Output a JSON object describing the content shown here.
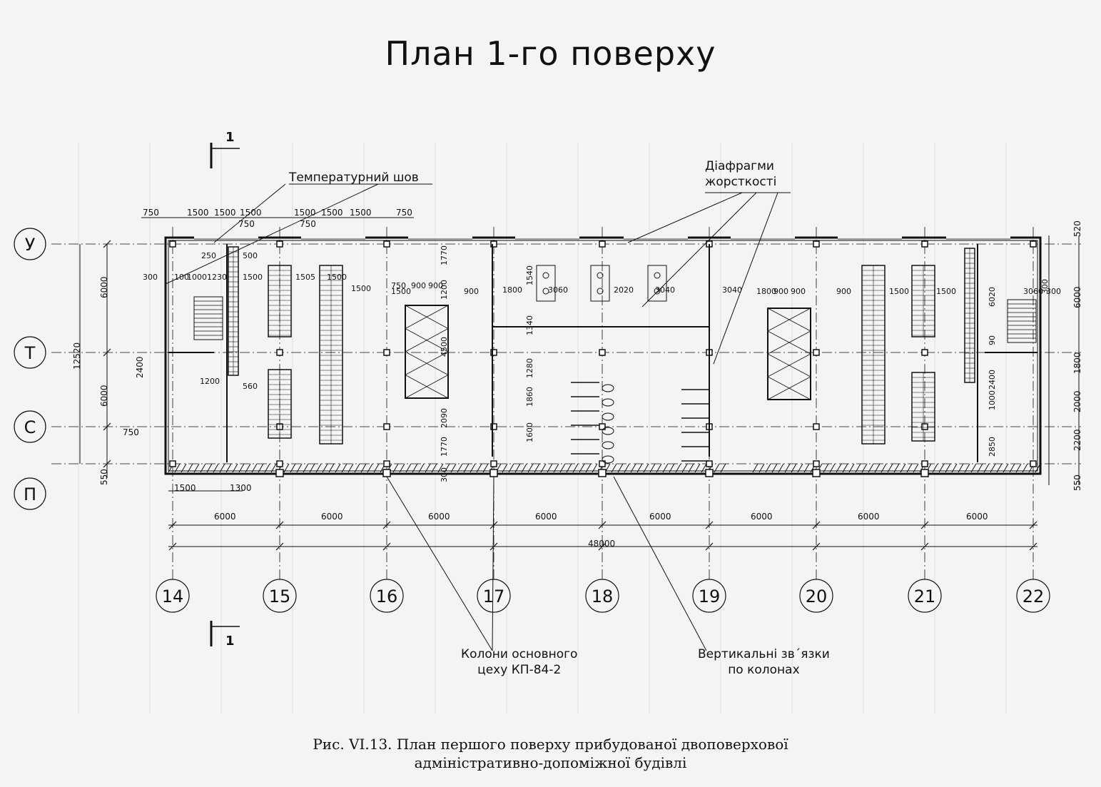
{
  "title": "План 1-го поверху",
  "caption": {
    "line1": "Рис. VI.13. План першого поверху прибудованої двоповерхової",
    "line2": "адміністративно-допоміжної будівлі"
  },
  "callouts": {
    "temperature_joint": "Температурний шов",
    "stiffening_diaphragms_line1": "Діафрагми",
    "stiffening_diaphragms_line2": "жорсткості",
    "columns_line1": "Колони основного",
    "columns_line2": "цеху КП-84-2",
    "bracing_line1": "Вертикальні зв΄язки",
    "bracing_line2": "по колонах"
  },
  "section_marker": "1",
  "axes": {
    "columns": [
      "14",
      "15",
      "16",
      "17",
      "18",
      "19",
      "20",
      "21",
      "22"
    ],
    "rows": [
      "У",
      "Т",
      "С",
      "П"
    ]
  },
  "dimensions": {
    "bay": "6000",
    "overall_length": "48000",
    "left_rows": [
      "6000",
      "6000",
      "550"
    ],
    "left_overall": "12520",
    "left_small": [
      "2400",
      "750"
    ],
    "right_outer": [
      "520",
      "6000",
      "1800",
      "2000",
      "2200",
      "550"
    ],
    "right_inner": [
      "300",
      "6020",
      "90",
      "2400",
      "1000",
      "2850"
    ],
    "top_chain_1": [
      "750",
      "1500",
      "1500",
      "1500",
      "1500",
      "1500",
      "1500",
      "750"
    ],
    "top_chain_2": [
      "750",
      "750"
    ],
    "bottom_left": [
      "1500",
      "1300"
    ],
    "interior": [
      "250",
      "500",
      "300",
      "100",
      "1000",
      "1230",
      "1500",
      "1505",
      "1500",
      "1200",
      "560",
      "1500",
      "750",
      "900",
      "900",
      "900",
      "1800",
      "3060",
      "2020",
      "3040",
      "3040",
      "1800",
      "900",
      "900",
      "900",
      "1500",
      "1500",
      "1500",
      "3060",
      "300",
      "1770",
      "1200",
      "4500",
      "2090",
      "1770",
      "1540",
      "1340",
      "1280",
      "1860",
      "1600",
      "300"
    ]
  }
}
